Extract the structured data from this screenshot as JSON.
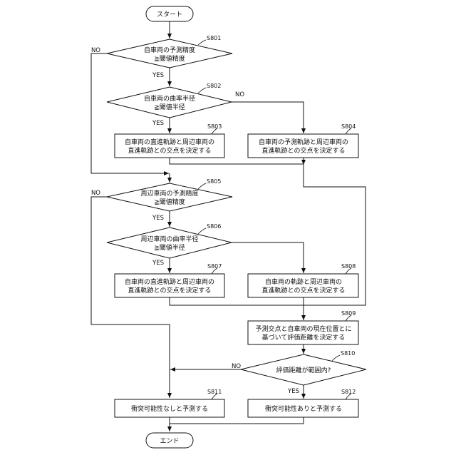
{
  "flowchart": {
    "start": "スタート",
    "end": "エンド",
    "branch_yes": "YES",
    "branch_no": "NO",
    "steps": [
      {
        "id": "S801",
        "lines": [
          "自車両の予測精度",
          "≧閾値精度"
        ]
      },
      {
        "id": "S802",
        "lines": [
          "自車両の曲率半径",
          "≧閾値半径"
        ]
      },
      {
        "id": "S803",
        "lines": [
          "自車両の直進軌跡と周辺車両の",
          "直進軌跡との交点を決定する"
        ]
      },
      {
        "id": "S804",
        "lines": [
          "自車両の予測軌跡と周辺車両の",
          "直進軌跡との交点を決定する"
        ]
      },
      {
        "id": "S805",
        "lines": [
          "周辺車両の予測精度",
          "≧閾値精度"
        ]
      },
      {
        "id": "S806",
        "lines": [
          "周辺車両の曲率半径",
          "≧閾値半径"
        ]
      },
      {
        "id": "S807",
        "lines": [
          "自車両の直進軌跡と周辺車両の",
          "直進軌跡との交点を決定する"
        ]
      },
      {
        "id": "S808",
        "lines": [
          "自車両の軌跡と周辺車両の",
          "直進軌跡との交点を決定する"
        ]
      },
      {
        "id": "S809",
        "lines": [
          "予測交点と自車両の現在位置とに",
          "基づいて評価距離を決定する"
        ]
      },
      {
        "id": "S810",
        "lines": [
          "評価距離が範囲内?"
        ]
      },
      {
        "id": "S811",
        "lines": [
          "衝突可能性なしと予測する"
        ]
      },
      {
        "id": "S812",
        "lines": [
          "衝突可能性ありと予測する"
        ]
      }
    ]
  }
}
